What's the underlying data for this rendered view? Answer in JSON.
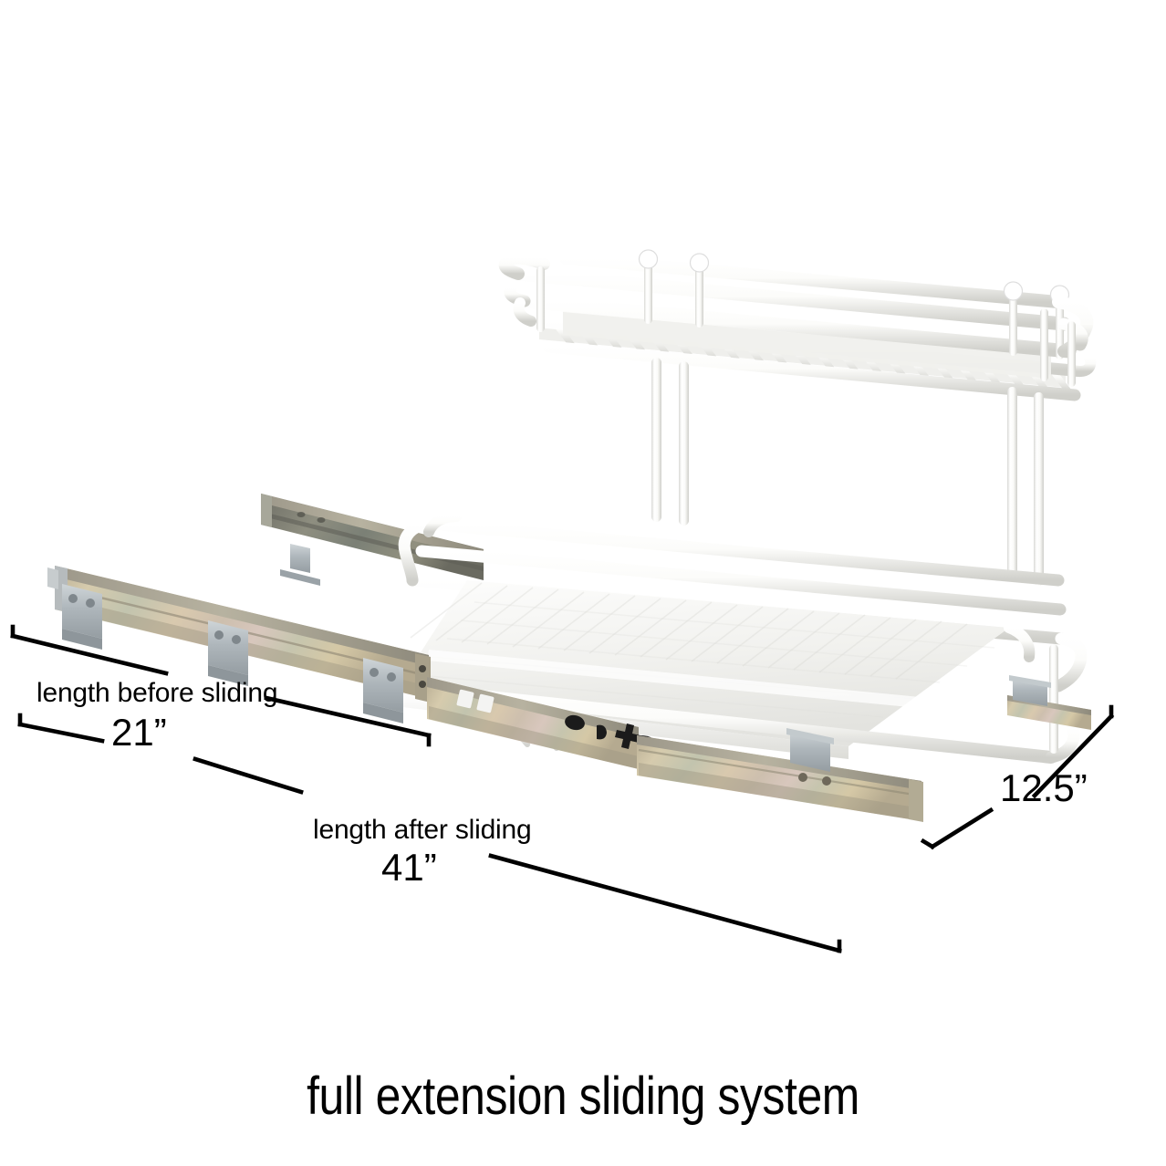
{
  "page": {
    "background_color": "#ffffff",
    "caption": "full extension sliding system"
  },
  "product": {
    "name": "two-tier pull-out wire basket organizer",
    "basket_color": "#ffffff",
    "basket_shadow_color": "#d8d8d4",
    "liner_color": "#f2f2f0",
    "rail_zinc_color": "#c9bb9c",
    "rail_zinc_dark_color": "#8c8a7e",
    "rail_bracket_color": "#b9c1c5",
    "rail_detent_color": "#1d1d1d",
    "tiers": [
      {
        "name": "upper-basket",
        "finial_count": 4,
        "slat_count": 22
      },
      {
        "name": "lower-basket",
        "finial_count": 0,
        "slat_count": 18
      }
    ]
  },
  "annotations": {
    "line_color": "#000000",
    "items": [
      {
        "id": "length-before-sliding",
        "label": "length before sliding",
        "value": "21”",
        "unit": "inch",
        "numeric": 21
      },
      {
        "id": "length-after-sliding",
        "label": "length after sliding",
        "value": "41”",
        "unit": "inch",
        "numeric": 41
      },
      {
        "id": "depth",
        "label": "",
        "value": "12.5”",
        "unit": "inch",
        "numeric": 12.5
      }
    ]
  }
}
